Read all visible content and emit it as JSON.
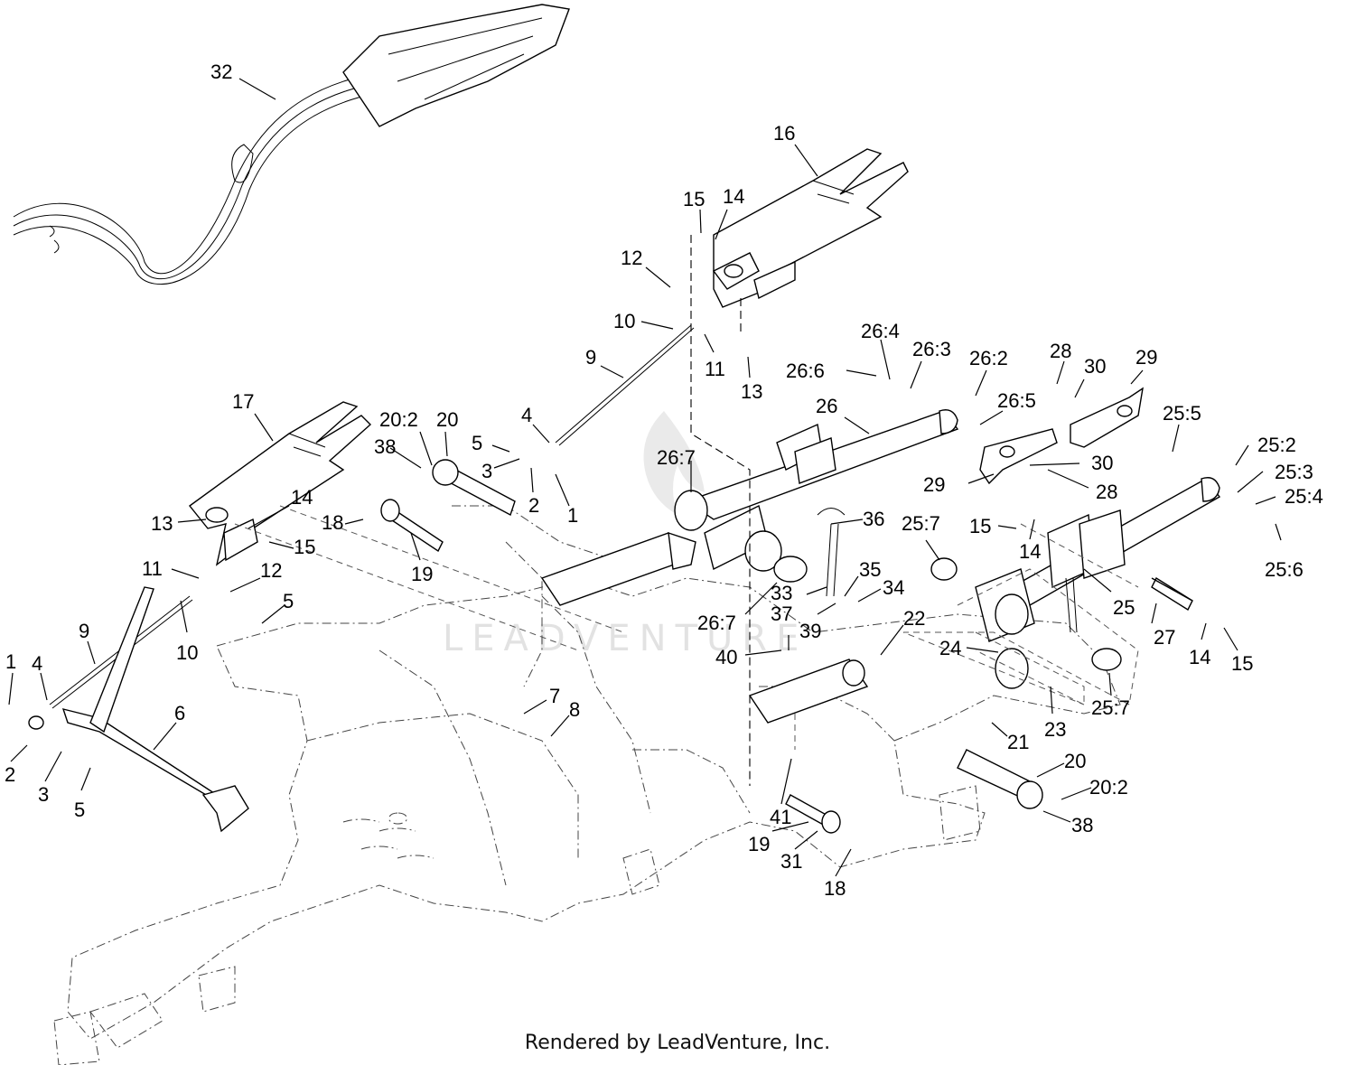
{
  "footer": "Rendered by LeadVenture, Inc.",
  "watermark": "LEADVENTURE",
  "callouts": [
    {
      "label": "32"
    },
    {
      "label": "16"
    },
    {
      "label": "15"
    },
    {
      "label": "14"
    },
    {
      "label": "12"
    },
    {
      "label": "10"
    },
    {
      "label": "11"
    },
    {
      "label": "13"
    },
    {
      "label": "9"
    },
    {
      "label": "26:4"
    },
    {
      "label": "26:3"
    },
    {
      "label": "26:6"
    },
    {
      "label": "26:2"
    },
    {
      "label": "28"
    },
    {
      "label": "30"
    },
    {
      "label": "29"
    },
    {
      "label": "17"
    },
    {
      "label": "20:2"
    },
    {
      "label": "20"
    },
    {
      "label": "4"
    },
    {
      "label": "26"
    },
    {
      "label": "26:5"
    },
    {
      "label": "25:5"
    },
    {
      "label": "38"
    },
    {
      "label": "5"
    },
    {
      "label": "3"
    },
    {
      "label": "26:7"
    },
    {
      "label": "2"
    },
    {
      "label": "1"
    },
    {
      "label": "30"
    },
    {
      "label": "29"
    },
    {
      "label": "28"
    },
    {
      "label": "25:2"
    },
    {
      "label": "25:3"
    },
    {
      "label": "25:4"
    },
    {
      "label": "13"
    },
    {
      "label": "14"
    },
    {
      "label": "15"
    },
    {
      "label": "18"
    },
    {
      "label": "19"
    },
    {
      "label": "36"
    },
    {
      "label": "25:7"
    },
    {
      "label": "15"
    },
    {
      "label": "14"
    },
    {
      "label": "25:6"
    },
    {
      "label": "11"
    },
    {
      "label": "12"
    },
    {
      "label": "35"
    },
    {
      "label": "33"
    },
    {
      "label": "34"
    },
    {
      "label": "37"
    },
    {
      "label": "26:7"
    },
    {
      "label": "25"
    },
    {
      "label": "5"
    },
    {
      "label": "9"
    },
    {
      "label": "10"
    },
    {
      "label": "22"
    },
    {
      "label": "39"
    },
    {
      "label": "27"
    },
    {
      "label": "24"
    },
    {
      "label": "40"
    },
    {
      "label": "14"
    },
    {
      "label": "15"
    },
    {
      "label": "1"
    },
    {
      "label": "4"
    },
    {
      "label": "7"
    },
    {
      "label": "6"
    },
    {
      "label": "8"
    },
    {
      "label": "25:7"
    },
    {
      "label": "23"
    },
    {
      "label": "21"
    },
    {
      "label": "2"
    },
    {
      "label": "3"
    },
    {
      "label": "5"
    },
    {
      "label": "20"
    },
    {
      "label": "20:2"
    },
    {
      "label": "41"
    },
    {
      "label": "38"
    },
    {
      "label": "19"
    },
    {
      "label": "31"
    },
    {
      "label": "18"
    }
  ]
}
